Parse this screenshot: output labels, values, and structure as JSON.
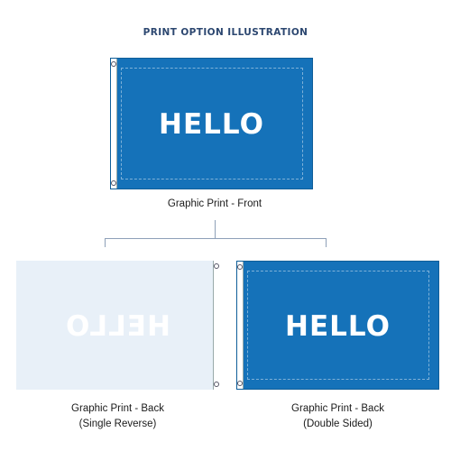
{
  "title": "PRINT OPTION ILLUSTRATION",
  "colors": {
    "flag_blue": "#1572b9",
    "light_flag": "#e8f0f8",
    "title": "#2c4770",
    "connector": "#8ea0b8"
  },
  "front": {
    "text": "HELLO",
    "caption": "Graphic Print - Front"
  },
  "back_single": {
    "text": "HELLO",
    "caption_line1": "Graphic Print - Back",
    "caption_line2": "(Single Reverse)"
  },
  "back_double": {
    "text": "HELLO",
    "caption_line1": "Graphic Print - Back",
    "caption_line2": "(Double Sided)"
  }
}
